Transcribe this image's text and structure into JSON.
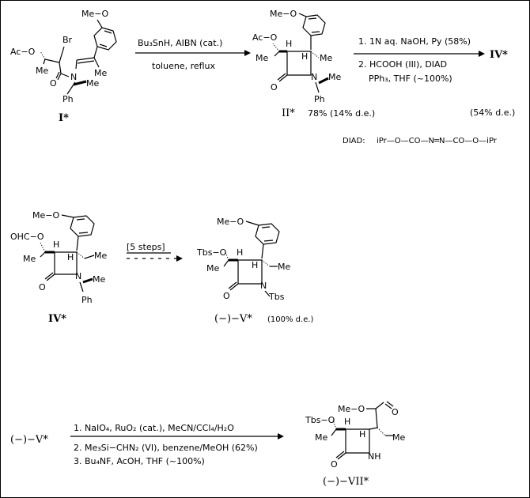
{
  "step1": {
    "reagent_top": "Bu₃SnH, AIBN (cat.)",
    "reagent_bottom": "toluene,  reflux"
  },
  "step2": {
    "line1": "1. 1N aq. NaOH, Py (58%)",
    "line2": "2.  HCOOH   (III), DIAD",
    "line3": "PPh₃, THF  (~100%)",
    "product": "IV*",
    "yield": "(54% d.e.)"
  },
  "diad_def": {
    "key": "DIAD:",
    "formula": "iPr—O—CO—N═N—CO—O—iPr"
  },
  "step3": {
    "reagent": "[5 steps]"
  },
  "step4": {
    "start": "(−)−V*",
    "line1": "1. NaIO₄,  RuO₂ (cat.),   MeCN/CCl₄/H₂O",
    "line2": "2. Me₃Si−CHN₂    (VI), benzene/MeOH (62%)",
    "line3": "3. Bu₄NF, AcOH,  THF  (~100%)"
  },
  "compounds": {
    "I": "I*",
    "II": "II*",
    "II_yield": "78% (14% d.e.)",
    "IV": "IV*",
    "V": "(−)−V*",
    "V_de": "(100% d.e.)",
    "VII": "(−)−VII*"
  },
  "atoms": {
    "meo": "Me−O",
    "aco": "Ac−O",
    "ac": "Ac",
    "o": "O",
    "br": "Br",
    "me": "Me",
    "n": "N",
    "ph": "Ph",
    "h": "H",
    "ohco": "OHC−O",
    "tbso": "Tbs−O",
    "tbs": "Tbs",
    "nh": "NH",
    "meo_ester": "Me−O"
  }
}
